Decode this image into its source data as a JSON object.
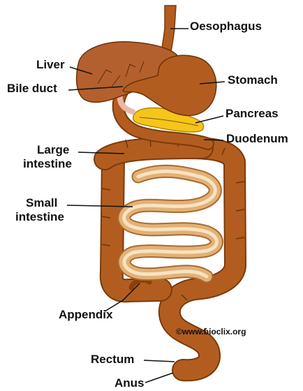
{
  "labels": {
    "oesophagus": "Oesophagus",
    "liver": "Liver",
    "bile_duct": "Bile duct",
    "stomach": "Stomach",
    "pancreas": "Pancreas",
    "duodenum": "Duodenum",
    "large_intestine_1": "Large",
    "large_intestine_2": "intestine",
    "small_intestine_1": "Small",
    "small_intestine_2": "intestine",
    "appendix": "Appendix",
    "rectum": "Rectum",
    "anus": "Anus"
  },
  "copyright": "©www.bioclix.org",
  "colors": {
    "organ": "#b25d1f",
    "organ_dark": "#7a3a0c",
    "liver": "#b4602e",
    "pancreas": "#f5c51a",
    "small_intestine": "#e2b177",
    "small_intestine_light": "#f8e2c0",
    "bile": "#e9b9a6"
  }
}
